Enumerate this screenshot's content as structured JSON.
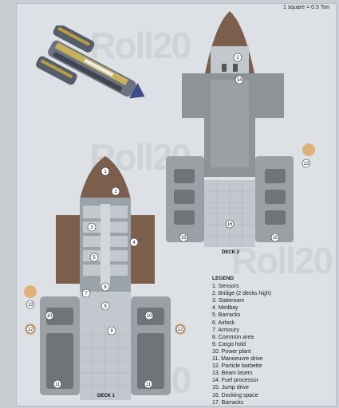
{
  "scale_note": "1 square = 0.5 Ton",
  "watermark": "Roll20",
  "decks": {
    "deck1": "DECK 1",
    "deck2": "DECK 2"
  },
  "legend": {
    "title": "LEGEND",
    "items": [
      "1. Sensors",
      "2. Bridge (2 decks high)",
      "3. Stateroom",
      "4. Medbay",
      "5. Barracks",
      "6. Airlock",
      "7. Armoury",
      "8. Common area",
      "9. Cargo hold",
      "10. Power plant",
      "11. Manoeuvre drive",
      "12. Particle barbette",
      "13. Beam lasers",
      "14. Fuel processor",
      "15. Jump drive",
      "16. Docking space",
      "17. Barracks"
    ]
  },
  "callouts": {
    "d2_bridge": "2",
    "d2_fuel": "14",
    "d2_docking": "16",
    "d2_jump_left": "15",
    "d2_jump_right": "15",
    "d2_laser": "13",
    "d1_sensor": "1",
    "d1_bridge": "2",
    "d1_stateroom": "3",
    "d1_medbay": "4",
    "d1_barracks": "5",
    "d1_airlock": "6",
    "d1_armoury": "7",
    "d1_common": "8",
    "d1_cargo": "9",
    "d1_power_left": "10",
    "d1_power_right": "10",
    "d1_drive_left": "11",
    "d1_drive_right": "11",
    "d1_barbette_left": "12",
    "d1_barbette_right": "12",
    "d1_laser": "13"
  },
  "colors": {
    "hull": "#7b5e4b",
    "deck_floor": "#9aa3aa",
    "grid_floor": "#c2c8cd",
    "machinery": "#6f7479",
    "fuel_tank": "#8d9396",
    "paper": "#dde1e5"
  }
}
